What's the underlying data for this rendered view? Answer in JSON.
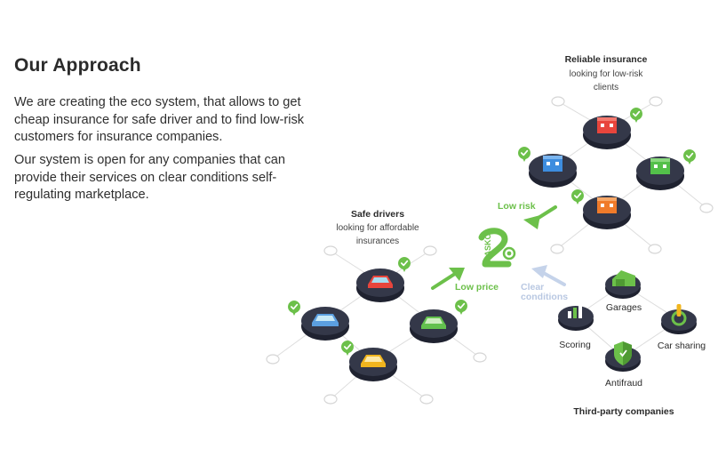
{
  "heading": "Our Approach",
  "paragraphs": [
    "We are creating the eco system, that allows to get cheap insurance for safe driver and to find low-risk customers for insurance companies.",
    "Our system is open for any companies that can provide their services on clear conditions self-regulating marketplace."
  ],
  "diagram": {
    "safe_drivers": {
      "title": "Safe drivers",
      "line1": "looking for affordable",
      "line2": "insurances"
    },
    "reliable_insurance": {
      "title": "Reliable insurance",
      "line1": "looking for low-risk",
      "line2": "clients"
    },
    "low_price": "Low price",
    "low_risk": "Low risk",
    "clear_conditions_1": "Clear",
    "clear_conditions_2": "conditions",
    "hub_logo": "KASKO",
    "services": {
      "garages": "Garages",
      "scoring": "Scoring",
      "car_sharing": "Car sharing",
      "antifraud": "Antifraud"
    },
    "third_party": "Third-party companies"
  },
  "colors": {
    "accent_green": "#6cc04a",
    "node_dark": "#2f3242",
    "clear_arrow": "#c5d3ea"
  }
}
